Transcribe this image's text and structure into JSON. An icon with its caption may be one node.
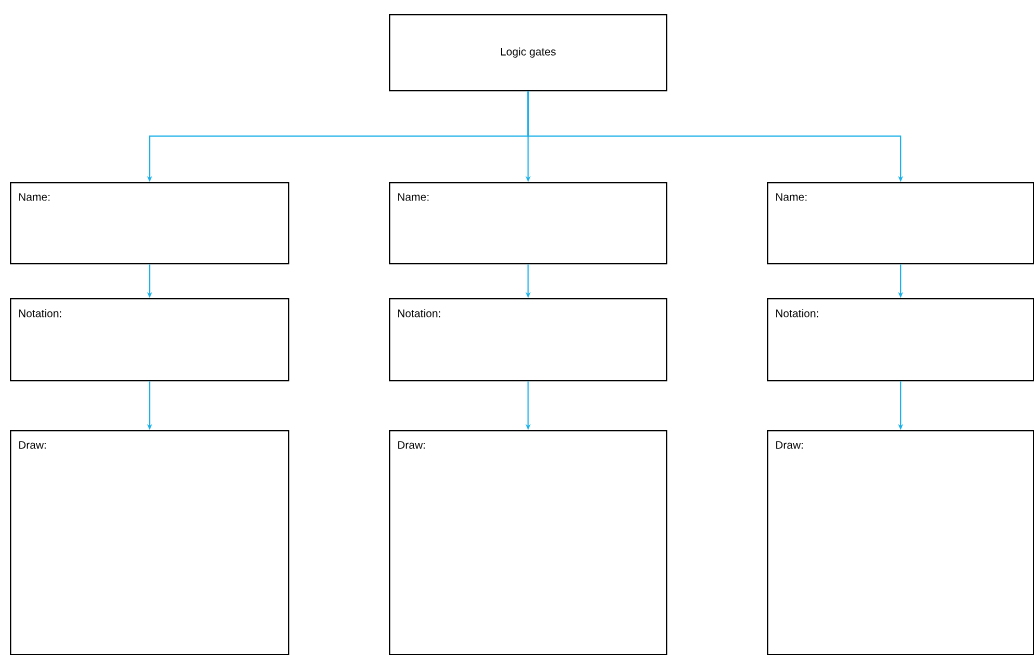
{
  "diagram": {
    "nodes": [
      {
        "text": [
          "Logic gates"
        ]
      },
      {
        "text": [
          "Name:"
        ]
      },
      {
        "text": [
          "Name:"
        ]
      },
      {
        "text": [
          "Name:"
        ]
      },
      {
        "text": [
          "Notation:"
        ]
      },
      {
        "text": [
          "Notation:"
        ]
      },
      {
        "text": [
          "Notation:"
        ]
      },
      {
        "text": [
          "Draw:"
        ]
      },
      {
        "text": [
          "Draw:"
        ]
      },
      {
        "text": [
          "Draw:"
        ]
      }
    ],
    "edges": [
      {
        "from": 0,
        "to": 1,
        "arrow": "to"
      },
      {
        "from": 0,
        "to": 2,
        "arrow": "to"
      },
      {
        "from": 0,
        "to": 3,
        "arrow": "to"
      },
      {
        "from": 1,
        "to": 4,
        "arrow": "to"
      },
      {
        "from": 2,
        "to": 5,
        "arrow": "to"
      },
      {
        "from": 3,
        "to": 6,
        "arrow": "to"
      },
      {
        "from": 4,
        "to": 7,
        "arrow": "to"
      },
      {
        "from": 5,
        "to": 8,
        "arrow": "to"
      },
      {
        "from": 6,
        "to": 9,
        "arrow": "to"
      }
    ]
  }
}
